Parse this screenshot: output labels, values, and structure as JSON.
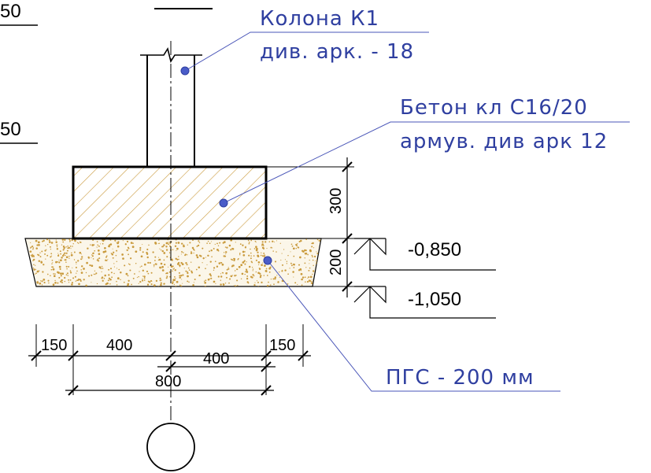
{
  "colors": {
    "annotation": "#2f3fa0",
    "leader": "#4a56b8",
    "sand": "#c99a3c",
    "line": "#000000"
  },
  "edge_labels": [
    "50",
    "50"
  ],
  "annotations": {
    "column": {
      "line1": "Колона К1",
      "line2": "див. арк. - 18"
    },
    "concrete": {
      "line1": "Бетон кл С16/20",
      "line2": "армув. див арк 12"
    },
    "sand": {
      "line1": "ПГС - 200 мм"
    }
  },
  "vertical_dims": {
    "footing_height": "300",
    "sand_height": "200"
  },
  "elevations": {
    "top": "-0,850",
    "bottom": "-1,050"
  },
  "horizontal_dims": {
    "left_offset": "150",
    "left_half": "400",
    "right_half": "400",
    "right_offset": "150",
    "total": "800"
  },
  "icons": [
    "break-line-icon",
    "axis-marker-icon",
    "leader-dot-icon",
    "elevation-mark-icon"
  ]
}
